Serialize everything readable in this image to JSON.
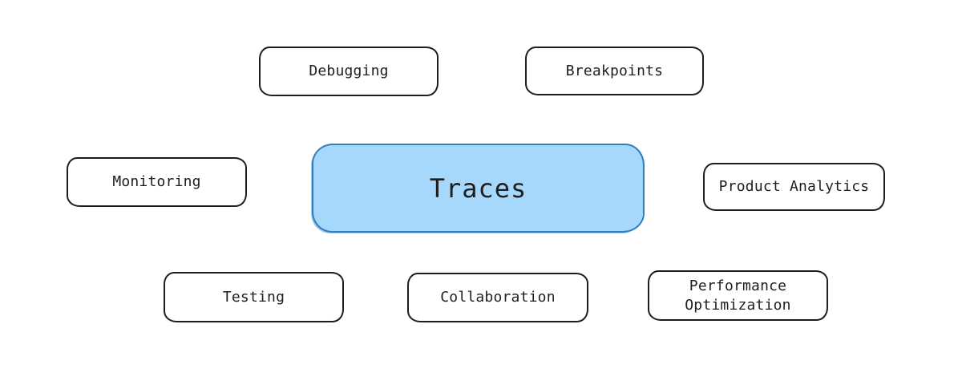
{
  "diagram": {
    "type": "mind-map",
    "background_color": "#ffffff",
    "center": {
      "id": "traces",
      "label": "Traces",
      "fill_color": "#a5d8fa",
      "stroke_color": "#2f7fc1"
    },
    "nodes": [
      {
        "id": "debugging",
        "label": "Debugging"
      },
      {
        "id": "breakpoints",
        "label": "Breakpoints"
      },
      {
        "id": "monitoring",
        "label": "Monitoring"
      },
      {
        "id": "product-analytics",
        "label": "Product Analytics"
      },
      {
        "id": "testing",
        "label": "Testing"
      },
      {
        "id": "collaboration",
        "label": "Collaboration"
      },
      {
        "id": "performance-optimization",
        "label": "Performance Optimization"
      }
    ],
    "style": {
      "node_fill_color": "#ffffff",
      "node_stroke_color": "#1e1e1e",
      "text_color": "#1e1e1e"
    }
  }
}
